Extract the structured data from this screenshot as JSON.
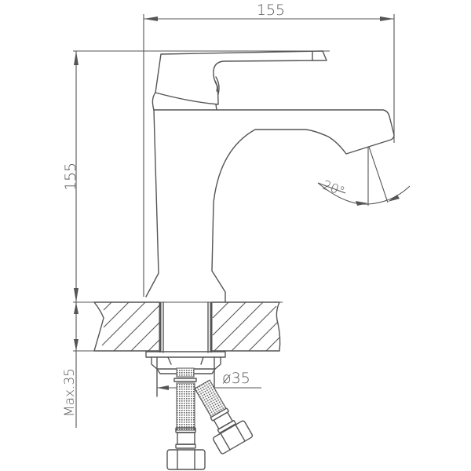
{
  "drawing": {
    "subject": "single-lever basin faucet technical drawing",
    "line_color": "#555555",
    "background_color": "#ffffff"
  },
  "dimensions": {
    "width_top": "155",
    "height_left": "155",
    "spout_angle": "20°",
    "hole_diameter": "ø35",
    "max_countertop_thickness": "Max.35"
  }
}
